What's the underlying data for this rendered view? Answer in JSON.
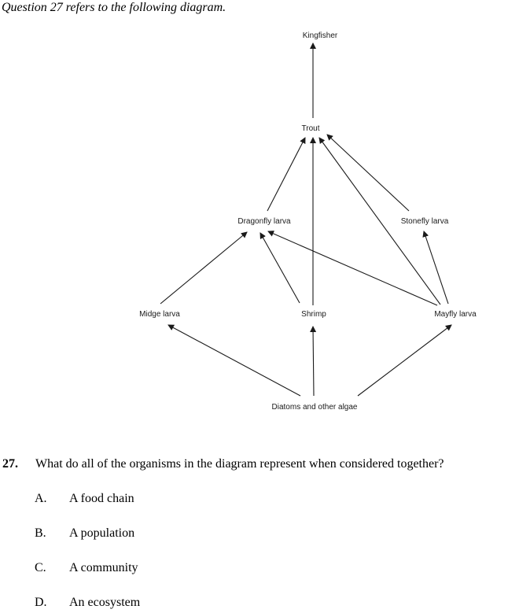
{
  "intro": "Question 27 refers to the following diagram.",
  "diagram": {
    "nodes": {
      "kingfisher": "Kingfisher",
      "trout": "Trout",
      "dragonfly": "Dragonfly larva",
      "stonefly": "Stonefly larva",
      "midge": "Midge larva",
      "shrimp": "Shrimp",
      "mayfly": "Mayfly larva",
      "diatoms": "Diatoms and other algae"
    },
    "edges": [
      {
        "from": "trout",
        "to": "kingfisher"
      },
      {
        "from": "dragonfly",
        "to": "trout"
      },
      {
        "from": "shrimp",
        "to": "trout"
      },
      {
        "from": "mayfly",
        "to": "trout"
      },
      {
        "from": "stonefly",
        "to": "trout"
      },
      {
        "from": "midge",
        "to": "dragonfly"
      },
      {
        "from": "shrimp",
        "to": "dragonfly"
      },
      {
        "from": "mayfly",
        "to": "dragonfly"
      },
      {
        "from": "mayfly",
        "to": "stonefly"
      },
      {
        "from": "diatoms",
        "to": "midge"
      },
      {
        "from": "diatoms",
        "to": "shrimp"
      },
      {
        "from": "diatoms",
        "to": "mayfly"
      }
    ]
  },
  "question": {
    "number": "27.",
    "text": "What do all of the organisms in the diagram represent when considered together?",
    "options": [
      {
        "letter": "A.",
        "text": "A food chain"
      },
      {
        "letter": "B.",
        "text": "A population"
      },
      {
        "letter": "C.",
        "text": "A community"
      },
      {
        "letter": "D.",
        "text": "An ecosystem"
      }
    ]
  }
}
